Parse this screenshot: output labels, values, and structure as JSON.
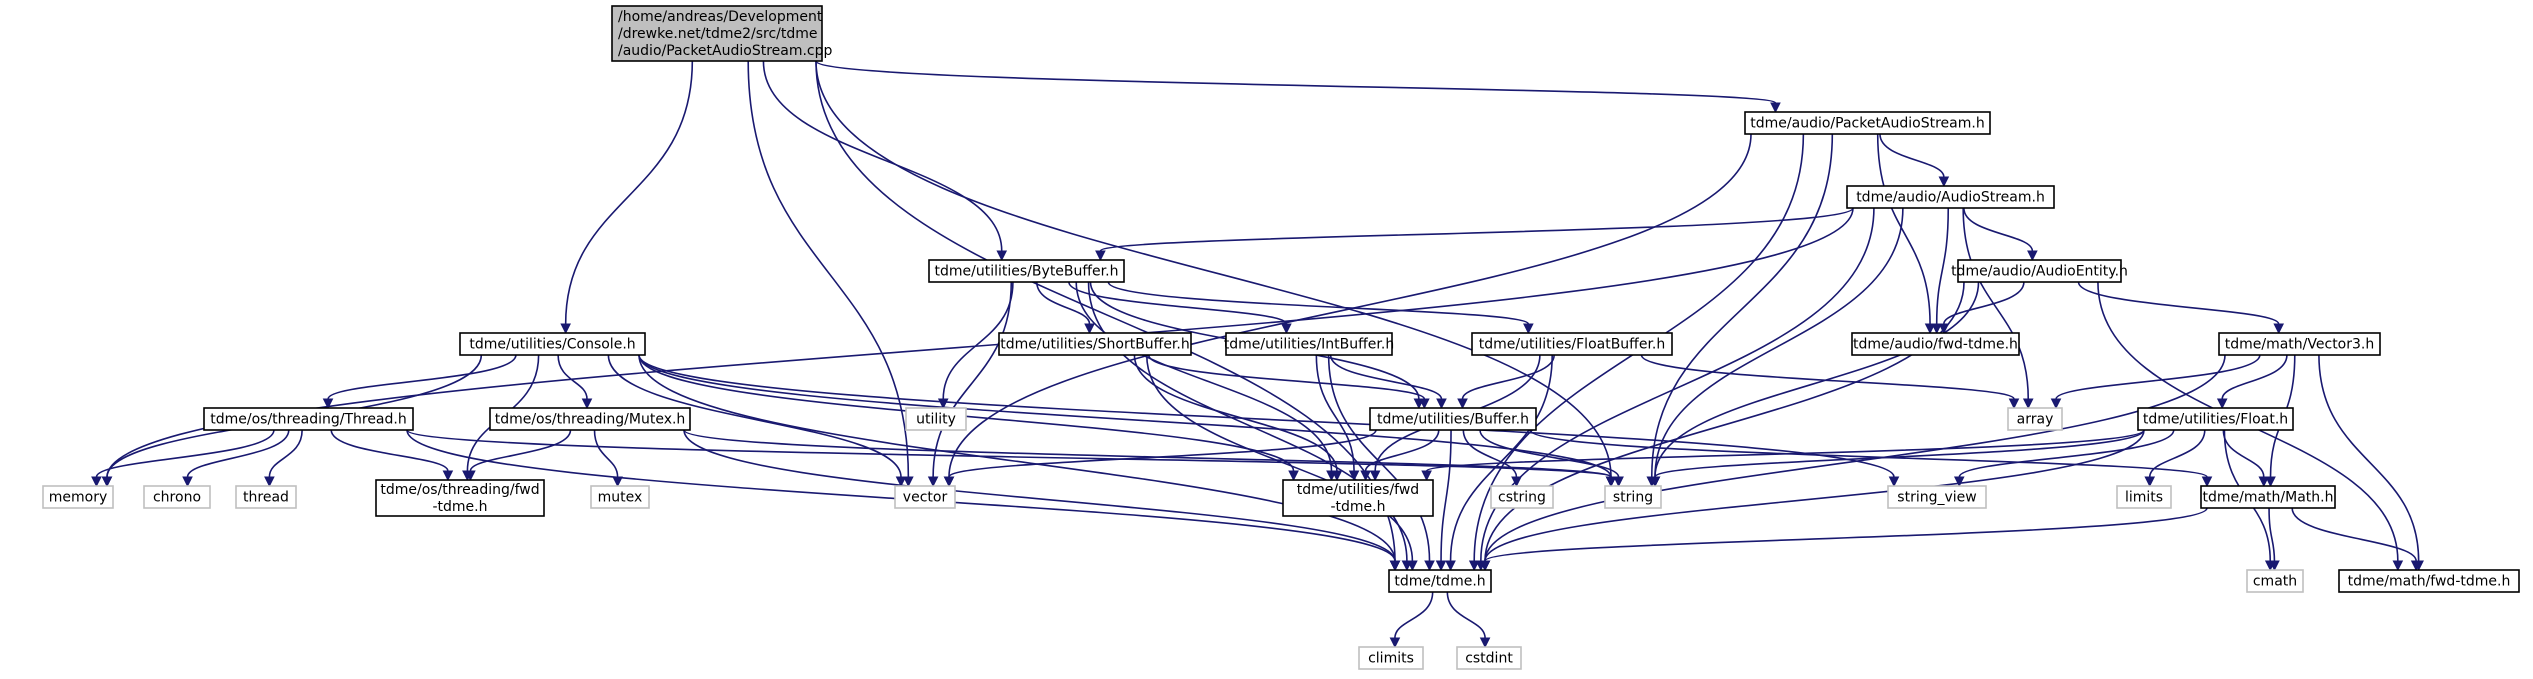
{
  "graph": {
    "nodes": [
      {
        "id": "main",
        "kind": "main",
        "lines": [
          "/home/andreas/Development",
          "/drewke.net/tdme2/src/tdme",
          "/audio/PacketAudioStream.cpp"
        ]
      },
      {
        "id": "pas_h",
        "kind": "local",
        "lines": [
          "tdme/audio/PacketAudioStream.h"
        ]
      },
      {
        "id": "as_h",
        "kind": "local",
        "lines": [
          "tdme/audio/AudioStream.h"
        ]
      },
      {
        "id": "ae_h",
        "kind": "local",
        "lines": [
          "tdme/audio/AudioEntity.h"
        ]
      },
      {
        "id": "audio_fwd",
        "kind": "local",
        "lines": [
          "tdme/audio/fwd-tdme.h"
        ]
      },
      {
        "id": "vec3_h",
        "kind": "local",
        "lines": [
          "tdme/math/Vector3.h"
        ]
      },
      {
        "id": "bytebuf_h",
        "kind": "local",
        "lines": [
          "tdme/utilities/ByteBuffer.h"
        ]
      },
      {
        "id": "console_h",
        "kind": "local",
        "lines": [
          "tdme/utilities/Console.h"
        ]
      },
      {
        "id": "shortbuf_h",
        "kind": "local",
        "lines": [
          "tdme/utilities/ShortBuffer.h"
        ]
      },
      {
        "id": "intbuf_h",
        "kind": "local",
        "lines": [
          "tdme/utilities/IntBuffer.h"
        ]
      },
      {
        "id": "floatbuf_h",
        "kind": "local",
        "lines": [
          "tdme/utilities/FloatBuffer.h"
        ]
      },
      {
        "id": "thread_h",
        "kind": "local",
        "lines": [
          "tdme/os/threading/Thread.h"
        ]
      },
      {
        "id": "mutex_h",
        "kind": "local",
        "lines": [
          "tdme/os/threading/Mutex.h"
        ]
      },
      {
        "id": "buffer_h",
        "kind": "local",
        "lines": [
          "tdme/utilities/Buffer.h"
        ]
      },
      {
        "id": "float_h",
        "kind": "local",
        "lines": [
          "tdme/utilities/Float.h"
        ]
      },
      {
        "id": "thr_fwd",
        "kind": "local",
        "lines": [
          "tdme/os/threading/fwd",
          "-tdme.h"
        ]
      },
      {
        "id": "util_fwd",
        "kind": "local",
        "lines": [
          "tdme/utilities/fwd",
          "-tdme.h"
        ]
      },
      {
        "id": "math_h",
        "kind": "local",
        "lines": [
          "tdme/math/Math.h"
        ]
      },
      {
        "id": "tdme_h",
        "kind": "local",
        "lines": [
          "tdme/tdme.h"
        ]
      },
      {
        "id": "math_fwd",
        "kind": "local",
        "lines": [
          "tdme/math/fwd-tdme.h"
        ]
      },
      {
        "id": "utility",
        "kind": "system",
        "lines": [
          "utility"
        ]
      },
      {
        "id": "array",
        "kind": "system",
        "lines": [
          "array"
        ]
      },
      {
        "id": "memory",
        "kind": "system",
        "lines": [
          "memory"
        ]
      },
      {
        "id": "chrono",
        "kind": "system",
        "lines": [
          "chrono"
        ]
      },
      {
        "id": "thread",
        "kind": "system",
        "lines": [
          "thread"
        ]
      },
      {
        "id": "mutex",
        "kind": "system",
        "lines": [
          "mutex"
        ]
      },
      {
        "id": "vector",
        "kind": "system",
        "lines": [
          "vector"
        ]
      },
      {
        "id": "cstring",
        "kind": "system",
        "lines": [
          "cstring"
        ]
      },
      {
        "id": "string",
        "kind": "system",
        "lines": [
          "string"
        ]
      },
      {
        "id": "string_view",
        "kind": "system",
        "lines": [
          "string_view"
        ]
      },
      {
        "id": "limits",
        "kind": "system",
        "lines": [
          "limits"
        ]
      },
      {
        "id": "cmath",
        "kind": "system",
        "lines": [
          "cmath"
        ]
      },
      {
        "id": "climits",
        "kind": "system",
        "lines": [
          "climits"
        ]
      },
      {
        "id": "cstdint",
        "kind": "system",
        "lines": [
          "cstdint"
        ]
      }
    ],
    "edges": [
      [
        "main",
        "pas_h"
      ],
      [
        "main",
        "bytebuf_h"
      ],
      [
        "main",
        "console_h"
      ],
      [
        "main",
        "vector"
      ],
      [
        "main",
        "string"
      ],
      [
        "main",
        "tdme_h"
      ],
      [
        "pas_h",
        "as_h"
      ],
      [
        "pas_h",
        "audio_fwd"
      ],
      [
        "pas_h",
        "string"
      ],
      [
        "pas_h",
        "vector"
      ],
      [
        "pas_h",
        "tdme_h"
      ],
      [
        "as_h",
        "ae_h"
      ],
      [
        "as_h",
        "audio_fwd"
      ],
      [
        "as_h",
        "bytebuf_h"
      ],
      [
        "as_h",
        "memory"
      ],
      [
        "as_h",
        "array"
      ],
      [
        "as_h",
        "string"
      ],
      [
        "as_h",
        "tdme_h"
      ],
      [
        "ae_h",
        "audio_fwd"
      ],
      [
        "ae_h",
        "vec3_h"
      ],
      [
        "ae_h",
        "string"
      ],
      [
        "ae_h",
        "tdme_h"
      ],
      [
        "ae_h",
        "math_fwd"
      ],
      [
        "vec3_h",
        "float_h"
      ],
      [
        "vec3_h",
        "math_h"
      ],
      [
        "vec3_h",
        "array"
      ],
      [
        "vec3_h",
        "math_fwd"
      ],
      [
        "vec3_h",
        "tdme_h"
      ],
      [
        "bytebuf_h",
        "utility"
      ],
      [
        "bytebuf_h",
        "shortbuf_h"
      ],
      [
        "bytebuf_h",
        "intbuf_h"
      ],
      [
        "bytebuf_h",
        "floatbuf_h"
      ],
      [
        "bytebuf_h",
        "buffer_h"
      ],
      [
        "bytebuf_h",
        "vector"
      ],
      [
        "bytebuf_h",
        "util_fwd"
      ],
      [
        "bytebuf_h",
        "tdme_h"
      ],
      [
        "shortbuf_h",
        "buffer_h"
      ],
      [
        "shortbuf_h",
        "util_fwd"
      ],
      [
        "shortbuf_h",
        "tdme_h"
      ],
      [
        "intbuf_h",
        "buffer_h"
      ],
      [
        "intbuf_h",
        "util_fwd"
      ],
      [
        "intbuf_h",
        "tdme_h"
      ],
      [
        "floatbuf_h",
        "buffer_h"
      ],
      [
        "floatbuf_h",
        "array"
      ],
      [
        "floatbuf_h",
        "util_fwd"
      ],
      [
        "floatbuf_h",
        "tdme_h"
      ],
      [
        "console_h",
        "thread_h"
      ],
      [
        "console_h",
        "mutex_h"
      ],
      [
        "console_h",
        "memory"
      ],
      [
        "console_h",
        "thr_fwd"
      ],
      [
        "console_h",
        "vector"
      ],
      [
        "console_h",
        "string"
      ],
      [
        "console_h",
        "string_view"
      ],
      [
        "console_h",
        "util_fwd"
      ],
      [
        "console_h",
        "tdme_h"
      ],
      [
        "thread_h",
        "memory"
      ],
      [
        "thread_h",
        "chrono"
      ],
      [
        "thread_h",
        "thread"
      ],
      [
        "thread_h",
        "thr_fwd"
      ],
      [
        "thread_h",
        "string"
      ],
      [
        "thread_h",
        "tdme_h"
      ],
      [
        "mutex_h",
        "mutex"
      ],
      [
        "mutex_h",
        "thr_fwd"
      ],
      [
        "mutex_h",
        "string"
      ],
      [
        "mutex_h",
        "tdme_h"
      ],
      [
        "buffer_h",
        "vector"
      ],
      [
        "buffer_h",
        "cstring"
      ],
      [
        "buffer_h",
        "string"
      ],
      [
        "buffer_h",
        "util_fwd"
      ],
      [
        "buffer_h",
        "math_h"
      ],
      [
        "buffer_h",
        "tdme_h"
      ],
      [
        "float_h",
        "limits"
      ],
      [
        "float_h",
        "string"
      ],
      [
        "float_h",
        "string_view"
      ],
      [
        "float_h",
        "cmath"
      ],
      [
        "float_h",
        "math_h"
      ],
      [
        "float_h",
        "util_fwd"
      ],
      [
        "float_h",
        "tdme_h"
      ],
      [
        "math_h",
        "cmath"
      ],
      [
        "math_h",
        "math_fwd"
      ],
      [
        "math_h",
        "tdme_h"
      ],
      [
        "tdme_h",
        "climits"
      ],
      [
        "tdme_h",
        "cstdint"
      ]
    ]
  }
}
